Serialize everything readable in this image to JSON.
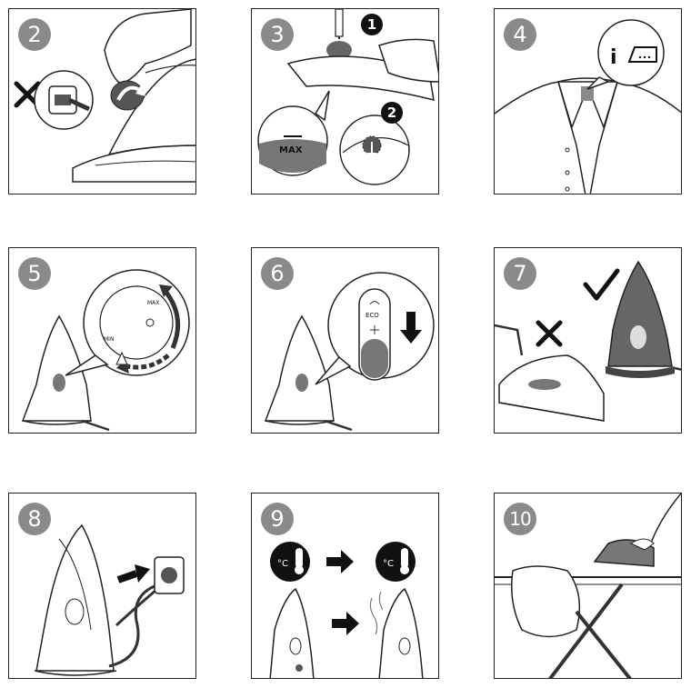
{
  "steps": [
    {
      "number": "2"
    },
    {
      "number": "3",
      "markers": [
        "1",
        "2"
      ],
      "max_label": "MAX"
    },
    {
      "number": "4",
      "label_icon": "info-iron-icon"
    },
    {
      "number": "5",
      "dial_labels": [
        "MIN",
        "MAX"
      ]
    },
    {
      "number": "6",
      "eco_label": "ECO"
    },
    {
      "number": "7"
    },
    {
      "number": "8"
    },
    {
      "number": "9"
    },
    {
      "number": "10"
    }
  ]
}
